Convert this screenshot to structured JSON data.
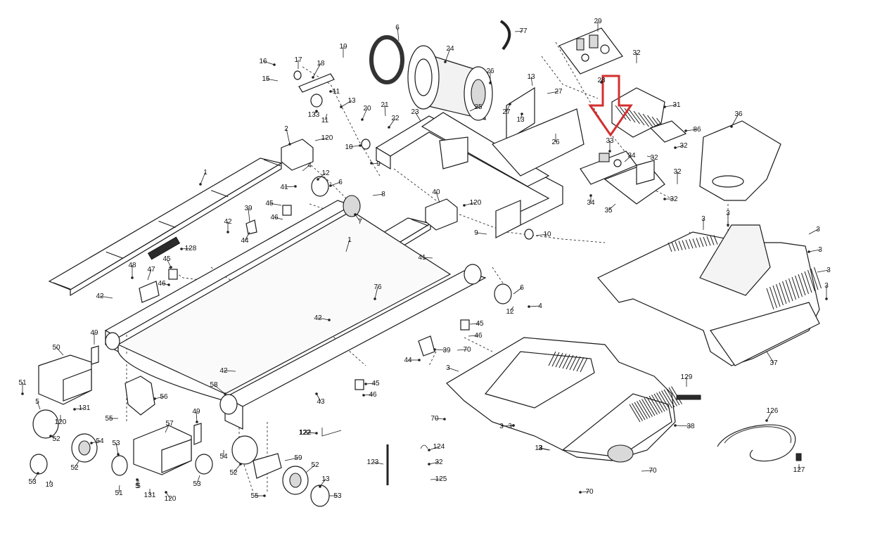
{
  "accent": {
    "arrow_color": "#d32f2f"
  },
  "callouts": [
    {
      "text": "1"
    },
    {
      "text": "1"
    },
    {
      "text": "2"
    },
    {
      "text": "3"
    },
    {
      "text": "3"
    },
    {
      "text": "3"
    },
    {
      "text": "3"
    },
    {
      "text": "3"
    },
    {
      "text": "3"
    },
    {
      "text": "3"
    },
    {
      "text": "3"
    },
    {
      "text": "4"
    },
    {
      "text": "4"
    },
    {
      "text": "5"
    },
    {
      "text": "5"
    },
    {
      "text": "6"
    },
    {
      "text": "6"
    },
    {
      "text": "6"
    },
    {
      "text": "7"
    },
    {
      "text": "8"
    },
    {
      "text": "9"
    },
    {
      "text": "9"
    },
    {
      "text": "10"
    },
    {
      "text": "10"
    },
    {
      "text": "11"
    },
    {
      "text": "11"
    },
    {
      "text": "12"
    },
    {
      "text": "12"
    },
    {
      "text": "13"
    },
    {
      "text": "13"
    },
    {
      "text": "13"
    },
    {
      "text": "13"
    },
    {
      "text": "13"
    },
    {
      "text": "15"
    },
    {
      "text": "16"
    },
    {
      "text": "17"
    },
    {
      "text": "18"
    },
    {
      "text": "19"
    },
    {
      "text": "20"
    },
    {
      "text": "21"
    },
    {
      "text": "22"
    },
    {
      "text": "23"
    },
    {
      "text": "24"
    },
    {
      "text": "25"
    },
    {
      "text": "26"
    },
    {
      "text": "26"
    },
    {
      "text": "27"
    },
    {
      "text": "27"
    },
    {
      "text": "28"
    },
    {
      "text": "29"
    },
    {
      "text": "31"
    },
    {
      "text": "32"
    },
    {
      "text": "32"
    },
    {
      "text": "32"
    },
    {
      "text": "32"
    },
    {
      "text": "32"
    },
    {
      "text": "33"
    },
    {
      "text": "34"
    },
    {
      "text": "34"
    },
    {
      "text": "35"
    },
    {
      "text": "36"
    },
    {
      "text": "37"
    },
    {
      "text": "38"
    },
    {
      "text": "39"
    },
    {
      "text": "39"
    },
    {
      "text": "40"
    },
    {
      "text": "41"
    },
    {
      "text": "41"
    },
    {
      "text": "42"
    },
    {
      "text": "42"
    },
    {
      "text": "42"
    },
    {
      "text": "42"
    },
    {
      "text": "43"
    },
    {
      "text": "44"
    },
    {
      "text": "44"
    },
    {
      "text": "45"
    },
    {
      "text": "45"
    },
    {
      "text": "45"
    },
    {
      "text": "45"
    },
    {
      "text": "46"
    },
    {
      "text": "46"
    },
    {
      "text": "46"
    },
    {
      "text": "46"
    },
    {
      "text": "47"
    },
    {
      "text": "48"
    },
    {
      "text": "49"
    },
    {
      "text": "49"
    },
    {
      "text": "50"
    },
    {
      "text": "51"
    },
    {
      "text": "51"
    },
    {
      "text": "52"
    },
    {
      "text": "52"
    },
    {
      "text": "52"
    },
    {
      "text": "52"
    },
    {
      "text": "53"
    },
    {
      "text": "53"
    },
    {
      "text": "53"
    },
    {
      "text": "53"
    },
    {
      "text": "54"
    },
    {
      "text": "54"
    },
    {
      "text": "55"
    },
    {
      "text": "55"
    },
    {
      "text": "56"
    },
    {
      "text": "57"
    },
    {
      "text": "58"
    },
    {
      "text": "59"
    },
    {
      "text": "70"
    },
    {
      "text": "70"
    },
    {
      "text": "70"
    },
    {
      "text": "70"
    },
    {
      "text": "76"
    },
    {
      "text": "77"
    },
    {
      "text": "86"
    },
    {
      "text": "120"
    },
    {
      "text": "120"
    },
    {
      "text": "120"
    },
    {
      "text": "120"
    },
    {
      "text": "122"
    },
    {
      "text": "122"
    },
    {
      "text": "123"
    },
    {
      "text": "124"
    },
    {
      "text": "125"
    },
    {
      "text": "126"
    },
    {
      "text": "127"
    },
    {
      "text": "128"
    },
    {
      "text": "129"
    },
    {
      "text": "131"
    },
    {
      "text": "131"
    },
    {
      "text": "133"
    },
    {
      "text": "13"
    },
    {
      "text": "3"
    },
    {
      "text": "3"
    },
    {
      "text": "32"
    },
    {
      "text": "5"
    }
  ]
}
